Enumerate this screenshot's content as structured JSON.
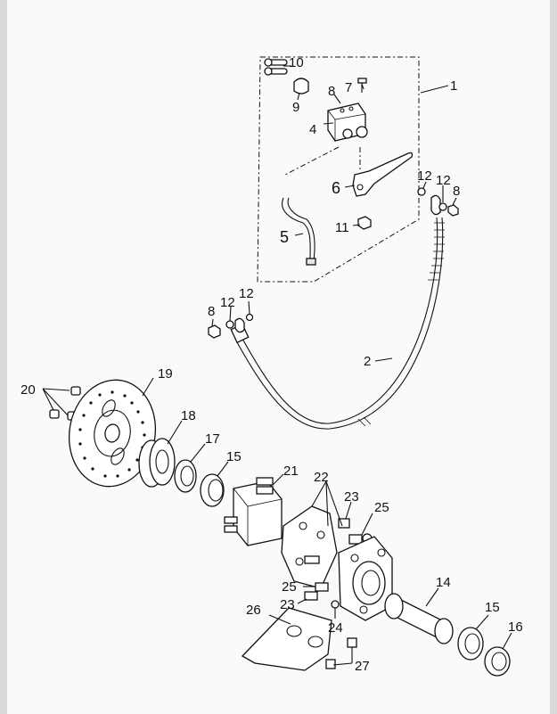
{
  "labels": {
    "l1": "1",
    "l2": "2",
    "l4": "4",
    "l5": "5",
    "l6": "6",
    "l7": "7",
    "l8a": "8",
    "l8b": "8",
    "l8c": "8",
    "l9": "9",
    "l10": "10",
    "l11": "11",
    "l12a": "12",
    "l12b": "12",
    "l12c": "12",
    "l12d": "12",
    "l14": "14",
    "l15a": "15",
    "l15b": "15",
    "l16": "16",
    "l17": "17",
    "l18": "18",
    "l19": "19",
    "l20": "20",
    "l21": "21",
    "l22": "22",
    "l23a": "23",
    "l23b": "23",
    "l24": "24",
    "l25a": "25",
    "l25b": "25",
    "l26": "26",
    "l27": "27"
  }
}
